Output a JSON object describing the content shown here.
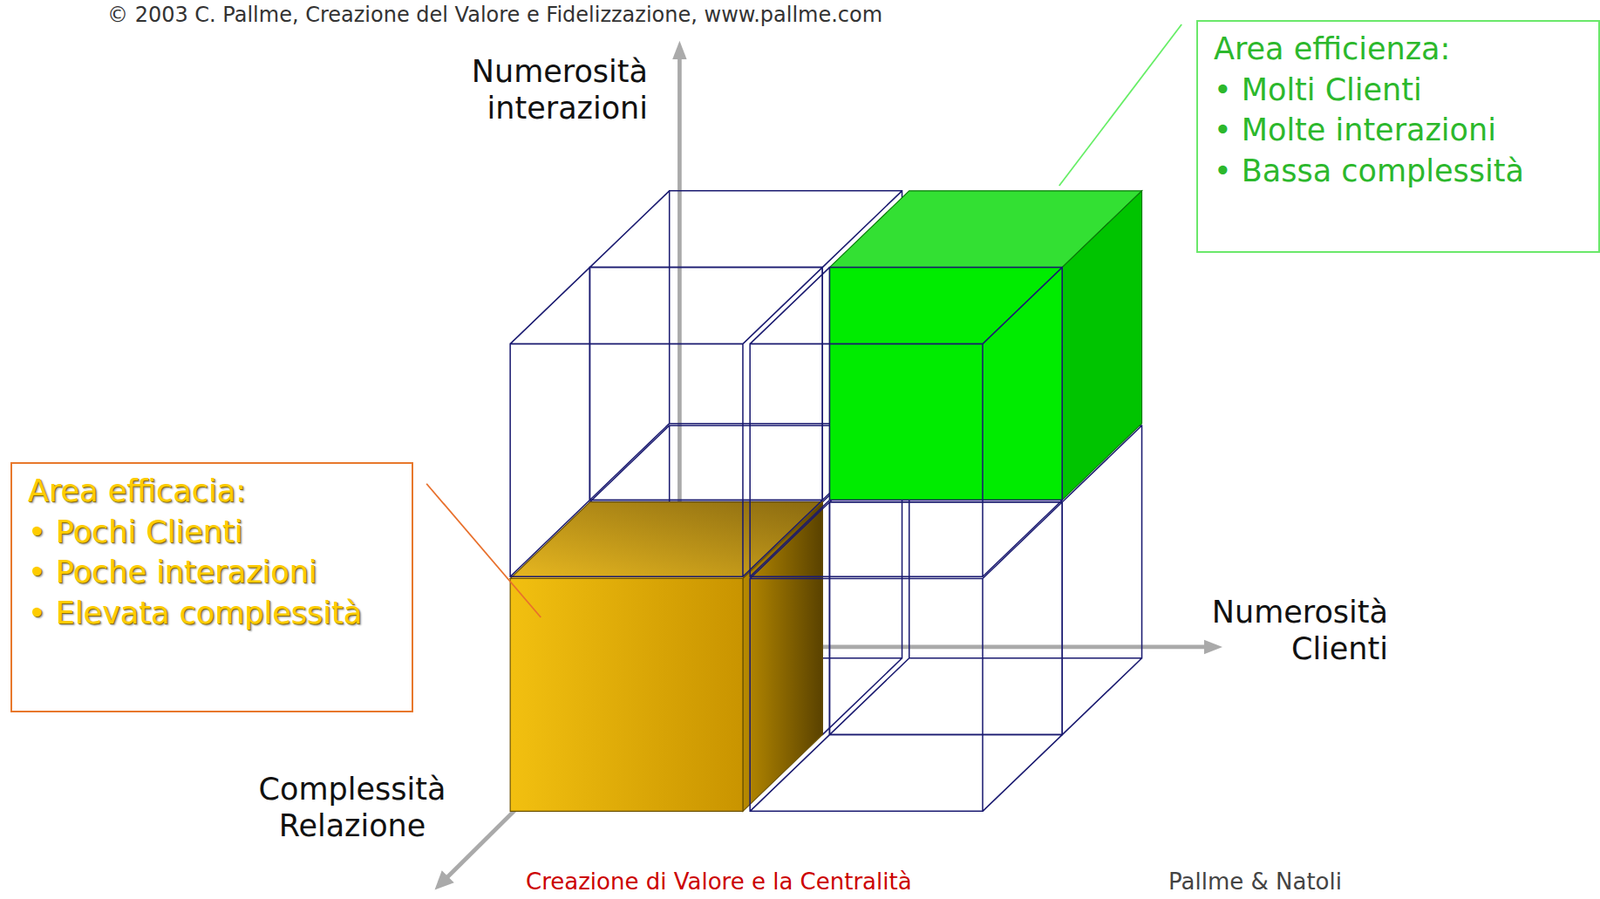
{
  "diagram": {
    "nodes": [
      {
        "text": [
          "Area efficienza:",
          "• Molti Clienti",
          "• Molte interazioni",
          "• Bassa complessità"
        ]
      },
      {
        "text": [
          "Area efficacia:",
          "• Pochi Clienti",
          "• Poche interazioni",
          "• Elevata complessità"
        ]
      }
    ],
    "labels": [
      "© 2003 C. Pallme, Creazione del Valore e Fidelizzazione, www.pallme.com",
      "Numerosità interazioni",
      "Numerosità Clienti",
      "Complessità Relazione",
      "Creazione di Valore e la Centralità",
      "Pallme & Natoli"
    ]
  }
}
